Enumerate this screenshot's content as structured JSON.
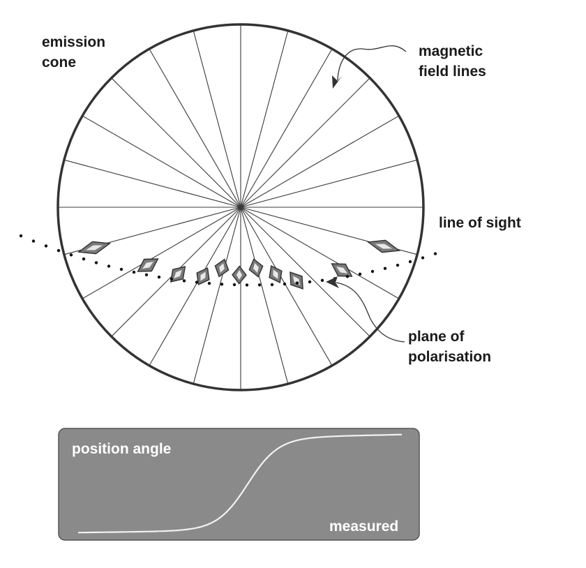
{
  "diagram": {
    "labels": {
      "emission_cone": [
        "emission",
        "cone"
      ],
      "magnetic_field_lines": [
        "magnetic",
        "field lines"
      ],
      "line_of_sight": "line of sight",
      "plane_of_polarisation": [
        "plane of",
        "polarisation"
      ]
    },
    "field_line_count": 24,
    "colors": {
      "circle_stroke": "#333333",
      "field_line": "#3a3a3a",
      "polarisation_fill": "#7a7a7a",
      "polarisation_stroke": "#303030",
      "dots": "#111111"
    }
  },
  "position_angle_panel": {
    "title": "position angle",
    "curve_label": "measured",
    "colors": {
      "background": "#8a8a8a",
      "border": "#555555",
      "curve": "#f2f2f2",
      "text": "#ffffff"
    }
  }
}
